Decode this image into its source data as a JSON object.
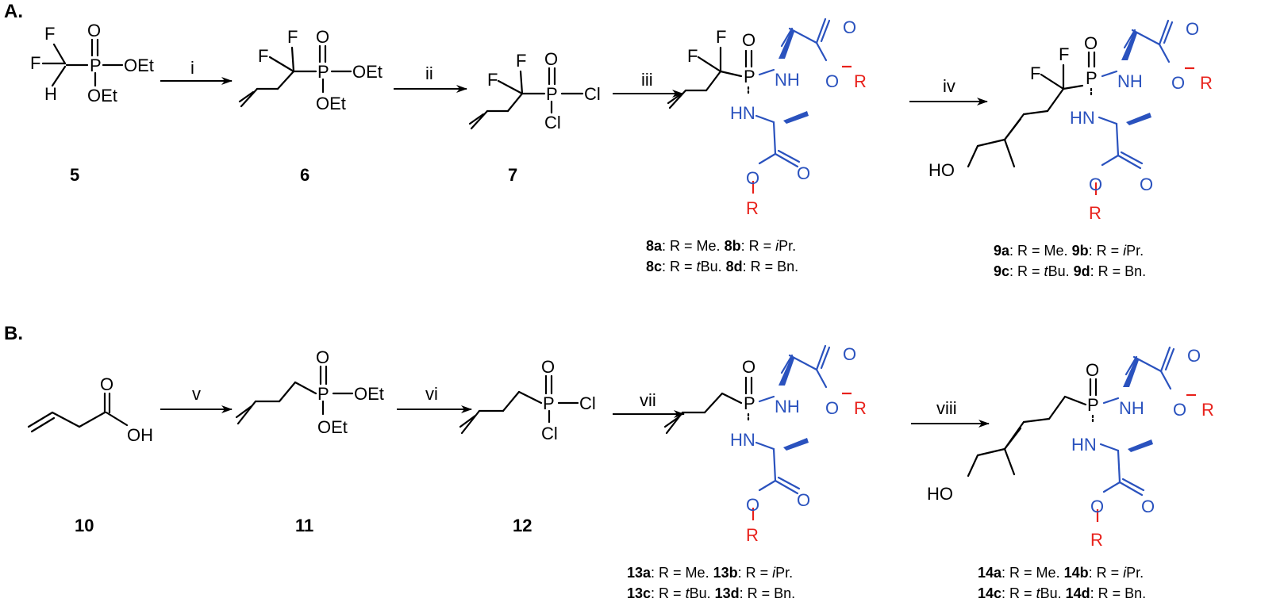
{
  "sections": [
    {
      "label": "A."
    },
    {
      "label": "B."
    }
  ],
  "reagents": {
    "i": "i",
    "ii": "ii",
    "iii": "iii",
    "iv": "iv",
    "v": "v",
    "vi": "vi",
    "vii": "vii",
    "viii": "viii"
  },
  "compounds": {
    "c5": "5",
    "c6": "6",
    "c7": "7",
    "c10": "10",
    "c11": "11",
    "c12": "12"
  },
  "atoms": {
    "F": "F",
    "H": "H",
    "O": "O",
    "OEt": "OEt",
    "P": "P",
    "Cl": "Cl",
    "NH": "NH",
    "HN": "HN",
    "R": "R",
    "HO": "HO",
    "OH": "OH"
  },
  "captions": {
    "c8_line1": [
      {
        "text": "8a",
        "bold": true
      },
      {
        "text": ": R = Me. "
      },
      {
        "text": "8b",
        "bold": true
      },
      {
        "text": ": R = "
      },
      {
        "text": "i",
        "italic": true
      },
      {
        "text": "Pr."
      }
    ],
    "c8_line2": [
      {
        "text": "8c",
        "bold": true
      },
      {
        "text": ": R = "
      },
      {
        "text": "t",
        "italic": true
      },
      {
        "text": "Bu. "
      },
      {
        "text": "8d",
        "bold": true
      },
      {
        "text": ": R = Bn."
      }
    ],
    "c9_line1": [
      {
        "text": "9a",
        "bold": true
      },
      {
        "text": ": R = Me. "
      },
      {
        "text": "9b",
        "bold": true
      },
      {
        "text": ": R = "
      },
      {
        "text": "i",
        "italic": true
      },
      {
        "text": "Pr."
      }
    ],
    "c9_line2": [
      {
        "text": "9c",
        "bold": true
      },
      {
        "text": ": R = "
      },
      {
        "text": "t",
        "italic": true
      },
      {
        "text": "Bu. "
      },
      {
        "text": "9d",
        "bold": true
      },
      {
        "text": ": R = Bn."
      }
    ],
    "c13_line1": [
      {
        "text": "13a",
        "bold": true
      },
      {
        "text": ": R = Me. "
      },
      {
        "text": "13b",
        "bold": true
      },
      {
        "text": ": R = "
      },
      {
        "text": "i",
        "italic": true
      },
      {
        "text": "Pr."
      }
    ],
    "c13_line2": [
      {
        "text": "13c",
        "bold": true
      },
      {
        "text": ": R = "
      },
      {
        "text": "t",
        "italic": true
      },
      {
        "text": "Bu. "
      },
      {
        "text": "13d",
        "bold": true
      },
      {
        "text": ": R = Bn."
      }
    ],
    "c14_line1": [
      {
        "text": "14a",
        "bold": true
      },
      {
        "text": ": R = Me. "
      },
      {
        "text": "14b",
        "bold": true
      },
      {
        "text": ": R = "
      },
      {
        "text": "i",
        "italic": true
      },
      {
        "text": "Pr."
      }
    ],
    "c14_line2": [
      {
        "text": "14c",
        "bold": true
      },
      {
        "text": ": R = "
      },
      {
        "text": "t",
        "italic": true
      },
      {
        "text": "Bu. "
      },
      {
        "text": "14d",
        "bold": true
      },
      {
        "text": ": R = Bn."
      }
    ]
  },
  "colors": {
    "amino_acid": "#2a52be",
    "r_group": "#e8211b",
    "ink": "#000000"
  }
}
